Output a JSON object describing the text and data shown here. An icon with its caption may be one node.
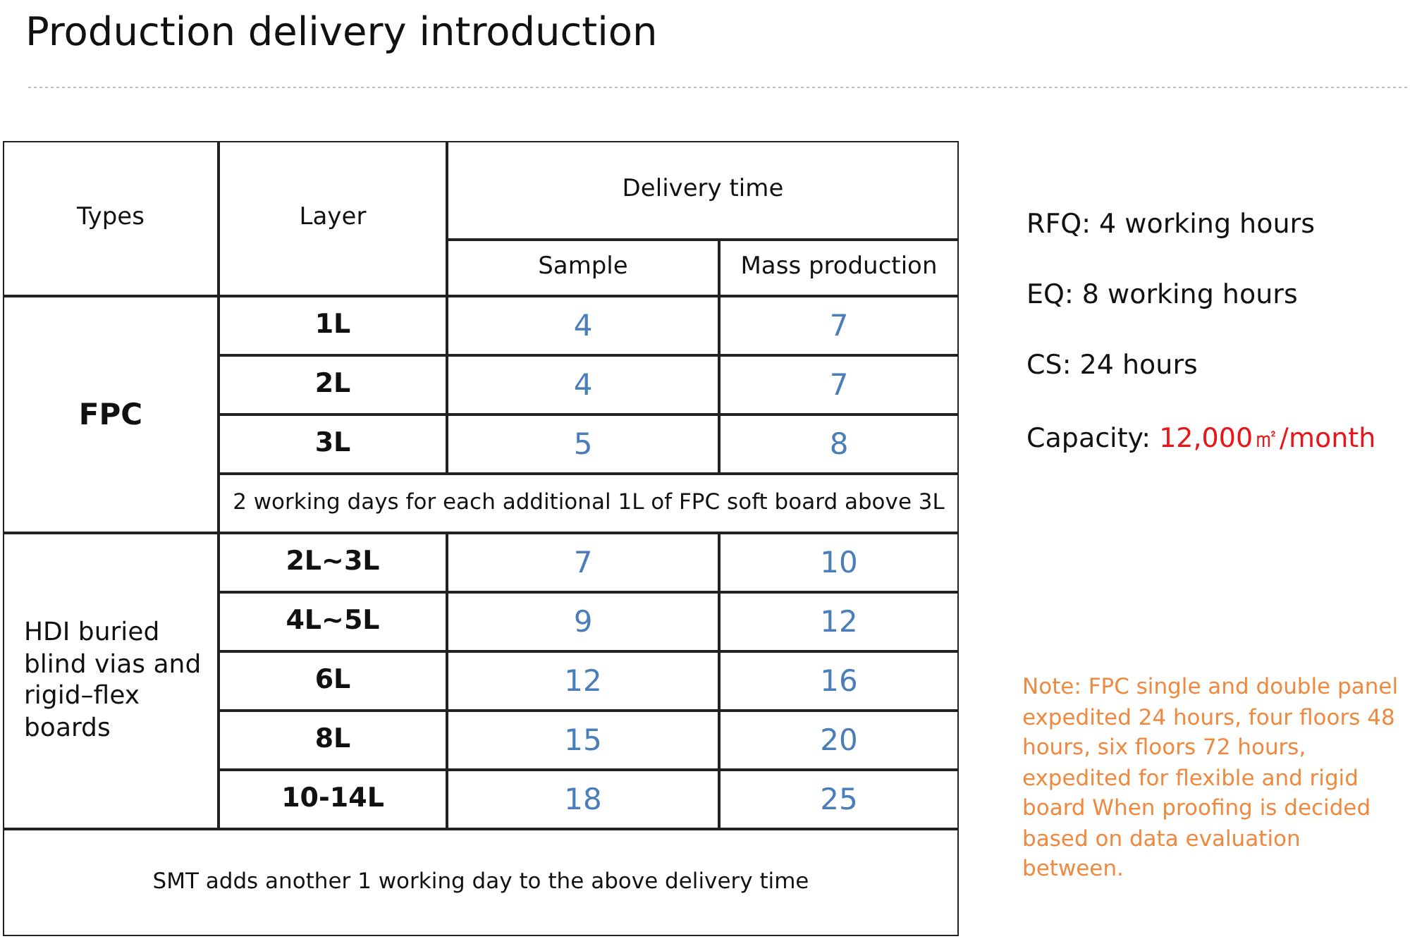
{
  "diagram": {
    "title": "Production delivery introduction",
    "labels": [
      "Types",
      "Layer",
      "Delivery time",
      "Sample",
      "Mass production",
      "FPC",
      "1L",
      "4",
      "7",
      "2L",
      "4",
      "7",
      "3L",
      "5",
      "8",
      "2 working days for each additional 1L of FPC soft board above 3L",
      "HDI buried blind vias and rigid–flex boards",
      "2L~3L",
      "7",
      "10",
      "4L~5L",
      "9",
      "12",
      "6L",
      "12",
      "16",
      "8L",
      "15",
      "20",
      "10-14L",
      "18",
      "25",
      "SMT adds another 1 working day to the above delivery time",
      "RFQ: 4 working hours",
      "EQ: 8 working hours",
      "CS: 24 hours",
      "Capacity:",
      "12,000㎡/month",
      "Note: FPC single and double panel expedited 24 hours, four floors 48 hours, six floors 72 hours, expedited for flexible and rigid board When proofing is decided based on data evaluation between."
    ]
  }
}
